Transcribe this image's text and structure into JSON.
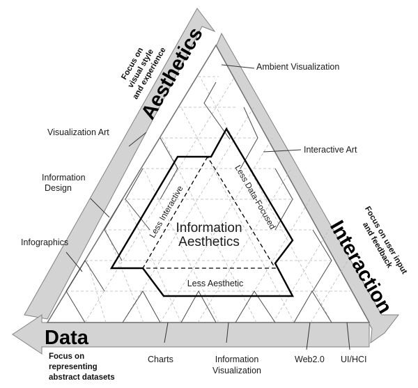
{
  "axes": {
    "aesthetics": {
      "title": "Aesthetics",
      "focus_lines": [
        "Focus on",
        "visual style",
        "and experience"
      ],
      "color": "#d3d3d3"
    },
    "interaction": {
      "title": "Interaction",
      "focus_lines": [
        "Focus on user input",
        "and feedback"
      ],
      "color": "#d3d3d3"
    },
    "data": {
      "title": "Data",
      "focus_lines": [
        "Focus on",
        "representing",
        "abstract datasets"
      ],
      "color": "#d3d3d3"
    }
  },
  "categories": {
    "ambient_visualization": "Ambient Visualization",
    "interactive_art": "Interactive Art",
    "visualization_art": "Visualization Art",
    "information_design_lines": [
      "Information",
      "Design"
    ],
    "infographics": "Infographics",
    "charts": "Charts",
    "information_visualization_lines": [
      "Information",
      "Visualization"
    ],
    "web20": "Web2.0",
    "ui_hci": "UI/HCI"
  },
  "center": {
    "title_lines": [
      "Information",
      "Aesthetics"
    ],
    "less_interactive": "Less Interactive",
    "less_data_focused": "Less Data-Focused",
    "less_aesthetic": "Less Aesthetic"
  }
}
